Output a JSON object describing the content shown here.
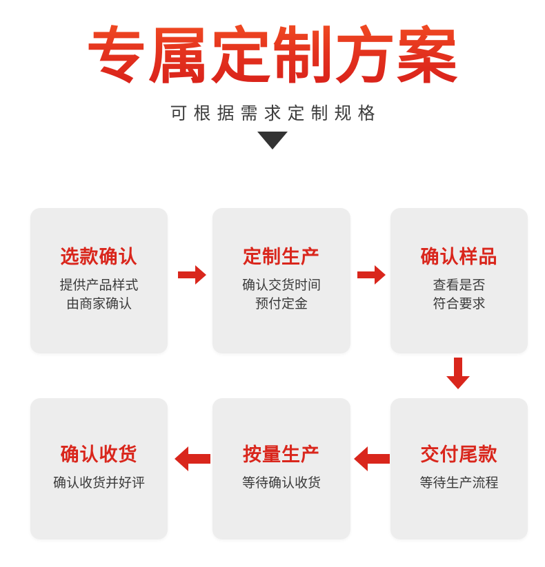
{
  "header": {
    "title": "专属定制方案",
    "subtitle": "可根据需求定制规格",
    "caret_icon": "triangle-down-icon"
  },
  "colors": {
    "accent_red": "#D9261C",
    "title_gradient_top": "#F04A22",
    "title_gradient_bottom": "#D8201A",
    "card_background": "#EDEDED",
    "body_text": "#3A3A3A",
    "page_background": "#FFFFFF"
  },
  "flow": {
    "steps": [
      {
        "id": "1",
        "title": "选款确认",
        "desc": "提供产品样式\n由商家确认"
      },
      {
        "id": "2",
        "title": "定制生产",
        "desc": "确认交货时间\n预付定金"
      },
      {
        "id": "3",
        "title": "确认样品",
        "desc": "查看是否\n符合要求"
      },
      {
        "id": "4",
        "title": "交付尾款",
        "desc": "等待生产流程"
      },
      {
        "id": "5",
        "title": "按量生产",
        "desc": "等待确认收货"
      },
      {
        "id": "6",
        "title": "确认收货",
        "desc": "确认收货并好评"
      }
    ],
    "connectors": [
      {
        "id": "1",
        "icon": "arrow-right-icon",
        "from": "选款确认",
        "to": "定制生产"
      },
      {
        "id": "2",
        "icon": "arrow-right-icon",
        "from": "定制生产",
        "to": "确认样品"
      },
      {
        "id": "3",
        "icon": "arrow-down-icon",
        "from": "确认样品",
        "to": "交付尾款"
      },
      {
        "id": "4",
        "icon": "arrow-left-icon",
        "from": "交付尾款",
        "to": "按量生产"
      },
      {
        "id": "5",
        "icon": "arrow-left-icon",
        "from": "按量生产",
        "to": "确认收货"
      }
    ]
  }
}
